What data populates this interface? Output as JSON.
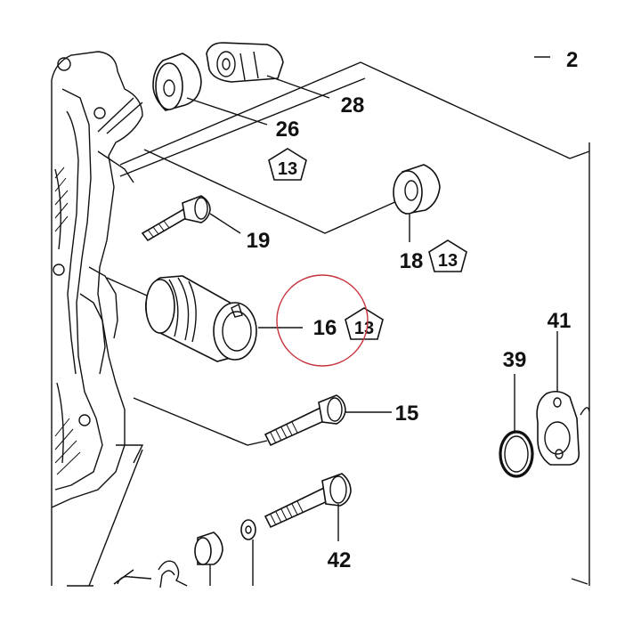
{
  "diagram": {
    "corner_label": "2",
    "parts": [
      {
        "id": "p28",
        "label": "28"
      },
      {
        "id": "p26",
        "label": "26"
      },
      {
        "id": "p19",
        "label": "19"
      },
      {
        "id": "p18",
        "label": "18"
      },
      {
        "id": "p16",
        "label": "16"
      },
      {
        "id": "p15",
        "label": "15"
      },
      {
        "id": "p39",
        "label": "39"
      },
      {
        "id": "p41",
        "label": "41"
      },
      {
        "id": "p42",
        "label": "42"
      }
    ],
    "torque_tags": [
      {
        "for": "26",
        "label": "13"
      },
      {
        "for": "18",
        "label": "13"
      },
      {
        "for": "16",
        "label": "13"
      }
    ],
    "highlight": {
      "color": "#c8323c",
      "target": "16"
    }
  }
}
